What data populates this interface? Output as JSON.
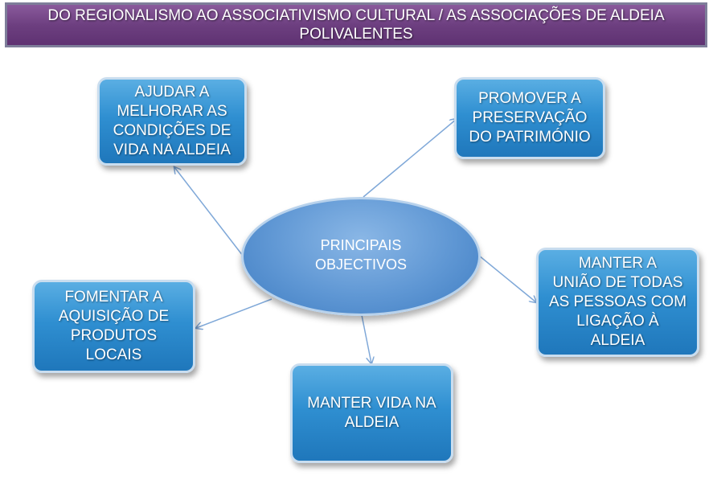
{
  "title": "DO REGIONALISMO AO ASSOCIATIVISMO CULTURAL /  AS ASSOCIAÇÕES DE ALDEIA POLIVALENTES",
  "center": {
    "line1": "PRINCIPAIS",
    "line2": "OBJECTIVOS"
  },
  "nodes": {
    "melhorar": [
      "AJUDAR A",
      "MELHORAR AS",
      "CONDIÇÕES DE",
      "VIDA NA ALDEIA"
    ],
    "preservacao": [
      "PROMOVER A",
      "PRESERVAÇÃO",
      "DO PATRIMÓNIO"
    ],
    "uniao": [
      "MANTER A",
      "UNIÃO DE TODAS",
      "AS PESSOAS COM",
      "LIGAÇÃO À",
      "ALDEIA"
    ],
    "produtos": [
      "FOMENTAR A",
      "AQUISIÇÃO DE",
      "PRODUTOS",
      "LOCAIS"
    ],
    "vida": [
      "MANTER VIDA NA",
      "ALDEIA"
    ]
  },
  "colors": {
    "title_bg": "#6d3f80",
    "node_bg": "#2f8fd1",
    "center_bg": "#5f97d4",
    "connector": "#7fa8d8"
  }
}
